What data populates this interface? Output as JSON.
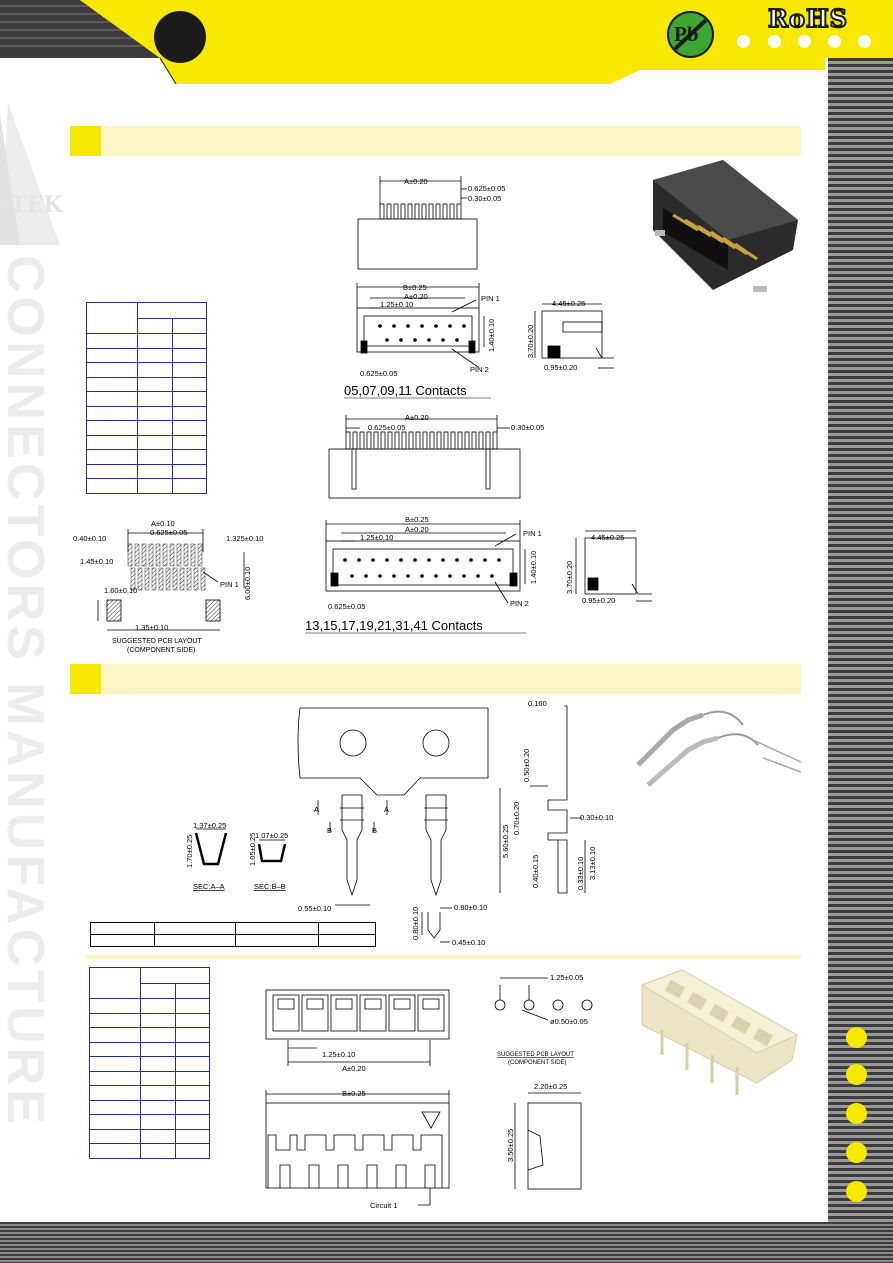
{
  "header": {
    "rohs_label": "RoHS",
    "pb_label": "Pb"
  },
  "sidebar": {
    "vertical_text": "CONNECTORS MANUFACTURE",
    "logo_text": "ITEK"
  },
  "section1": {
    "top_view_dims": {
      "a": "A±0.20",
      "pitch": "0.625±0.05",
      "pin_w": "0.30±0.05"
    },
    "front_view_dims": {
      "b": "B±0.25",
      "a": "A±0.20",
      "row_pitch": "1.25±0.10",
      "height": "1.40±0.10",
      "offset": "0.625±0.05",
      "pin1": "PIN 1",
      "pin2": "PIN 2"
    },
    "side_view_dims": {
      "depth": "4.45±0.25",
      "height": "3.70±0.20",
      "foot": "0.95±0.20"
    },
    "caption_small": "05,07,09,11  Contacts",
    "top_view2_dims": {
      "a": "A±0.20",
      "pitch": "0.625±0.05",
      "pin_w": "0.30±0.05"
    },
    "front_view2_dims": {
      "b": "B±0.25",
      "a": "A±0.20",
      "row_pitch": "1.25±0.10",
      "height": "1.40±0.10",
      "offset": "0.625±0.05",
      "pin1": "PIN 1",
      "pin2": "PIN 2"
    },
    "side_view2_dims": {
      "depth": "4.45±0.25",
      "height": "3.70±0.20",
      "foot": "0.95±0.20"
    },
    "caption_large": "13,15,17,19,21,31,41  Contacts",
    "pcb_layout": {
      "a": "A±0.10",
      "pitch": "0.625±0.05",
      "pad_w": "0.40±0.10",
      "edge": "1.325±0.10",
      "pad_h": "1.45±0.10",
      "span": "6.00±0.10",
      "pin1": "PIN 1",
      "anchor_h": "1.60±0.10",
      "anchor_w": "1.35±0.10",
      "caption_1": "SUGGESTED PCB LAYOUT",
      "caption_2": "(COMPONENT SIDE)"
    }
  },
  "section2": {
    "terminal_dims": {
      "thickness": "0.160",
      "d1": "0.50±0.20",
      "d2": "0.70±0.20",
      "total": "5.60±0.25",
      "d3": "0.30±0.10",
      "d4": "0.40±0.15",
      "d5": "0.33±0.10",
      "d6": "3.13±0.10",
      "width": "0.55±0.10",
      "tip_h": "0.80±0.10",
      "tip_w": "0.80±0.10",
      "tip_b": "0.45±0.10"
    },
    "sec_a": {
      "w": "1.37±0.25",
      "h": "1.70±0.25",
      "label": "SEC:A–A"
    },
    "sec_b": {
      "w": "1.07±0.25",
      "h": "1.05±0.25",
      "label": "SEC:B–B"
    },
    "section_marks": {
      "a": "A",
      "b": "B"
    }
  },
  "housing": {
    "pitch": "1.25±0.10",
    "a": "A±0.20",
    "b": "B±0.25",
    "circuit": "Circuit 1",
    "pcb_pitch": "1.25±0.05",
    "pcb_hole": "ø0.50±0.05",
    "pcb_caption_1": "SUGGESTED PCB LAYOUT",
    "pcb_caption_2": "(COMPONENT SIDE)",
    "side_w": "2.20±0.25",
    "side_h": "3.50±0.25"
  },
  "colors": {
    "accent_yellow": "#f6e800",
    "section_bar": "#fbf7c4",
    "pb_green": "#3ea632",
    "stripe_dark": "#3c3c3c"
  }
}
